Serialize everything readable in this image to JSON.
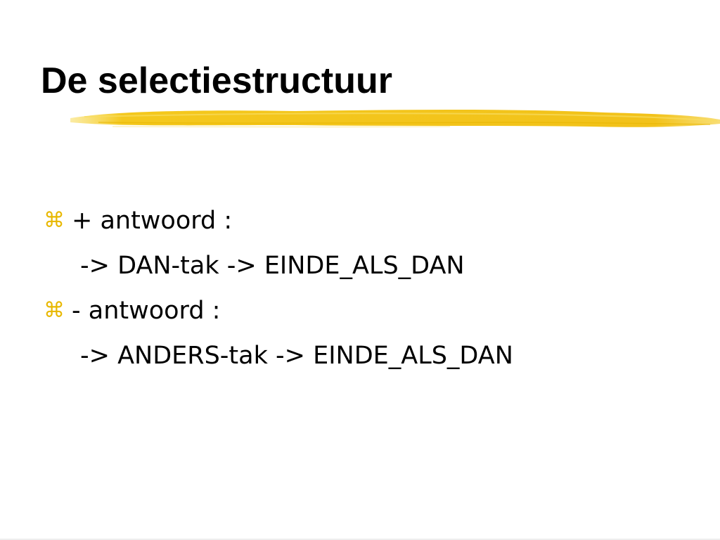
{
  "slide": {
    "title": "De selectiestructuur",
    "accent_color": "#f3c61a",
    "bullet_icon": "command-key-icon",
    "bullet_glyph": "⌘",
    "lines": [
      {
        "bullet": true,
        "text": "+ antwoord :"
      },
      {
        "bullet": false,
        "text": "-> DAN-tak -> EINDE_ALS_DAN"
      },
      {
        "bullet": true,
        "text": "- antwoord :"
      },
      {
        "bullet": false,
        "text": "-> ANDERS-tak -> EINDE_ALS_DAN"
      }
    ]
  }
}
